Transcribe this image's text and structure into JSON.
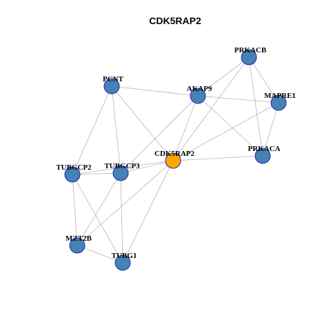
{
  "title": "CDK5RAP2",
  "colors": {
    "default_node": "#4682b4",
    "highlight_node": "#ffa500",
    "node_border": "#2323b4",
    "edge": "#b4b4b4"
  },
  "nodes": [
    {
      "id": "CDK5RAP2",
      "label": "CDK5RAP2",
      "highlight": true
    },
    {
      "id": "PRKACB",
      "label": "PRKACB",
      "highlight": false
    },
    {
      "id": "PCNT",
      "label": "PCNT",
      "highlight": false
    },
    {
      "id": "AKAP9",
      "label": "AKAP9",
      "highlight": false
    },
    {
      "id": "MAPRE1",
      "label": "MAPRE1",
      "highlight": false
    },
    {
      "id": "PRKACA",
      "label": "PRKACA",
      "highlight": false
    },
    {
      "id": "TUBGCP2",
      "label": "TUBGCP2",
      "highlight": false
    },
    {
      "id": "TUBGCP3",
      "label": "TUBGCP3",
      "highlight": false
    },
    {
      "id": "MZT2B",
      "label": "MZT2B",
      "highlight": false
    },
    {
      "id": "TUBG1",
      "label": "TUBG1",
      "highlight": false
    }
  ],
  "edges": [
    [
      "PCNT",
      "AKAP9"
    ],
    [
      "PCNT",
      "TUBGCP2"
    ],
    [
      "PCNT",
      "TUBGCP3"
    ],
    [
      "PCNT",
      "CDK5RAP2"
    ],
    [
      "PRKACB",
      "AKAP9"
    ],
    [
      "PRKACB",
      "MAPRE1"
    ],
    [
      "PRKACB",
      "PRKACA"
    ],
    [
      "PRKACB",
      "CDK5RAP2"
    ],
    [
      "AKAP9",
      "MAPRE1"
    ],
    [
      "AKAP9",
      "PRKACA"
    ],
    [
      "AKAP9",
      "CDK5RAP2"
    ],
    [
      "AKAP9",
      "TUBGCP3"
    ],
    [
      "MAPRE1",
      "CDK5RAP2"
    ],
    [
      "MAPRE1",
      "PRKACA"
    ],
    [
      "CDK5RAP2",
      "PRKACA"
    ],
    [
      "CDK5RAP2",
      "TUBGCP3"
    ],
    [
      "CDK5RAP2",
      "TUBGCP2"
    ],
    [
      "CDK5RAP2",
      "MZT2B"
    ],
    [
      "CDK5RAP2",
      "TUBG1"
    ],
    [
      "TUBGCP2",
      "TUBGCP3"
    ],
    [
      "TUBGCP2",
      "MZT2B"
    ],
    [
      "TUBGCP2",
      "TUBG1"
    ],
    [
      "TUBGCP3",
      "MZT2B"
    ],
    [
      "TUBGCP3",
      "TUBG1"
    ],
    [
      "MZT2B",
      "TUBG1"
    ]
  ]
}
